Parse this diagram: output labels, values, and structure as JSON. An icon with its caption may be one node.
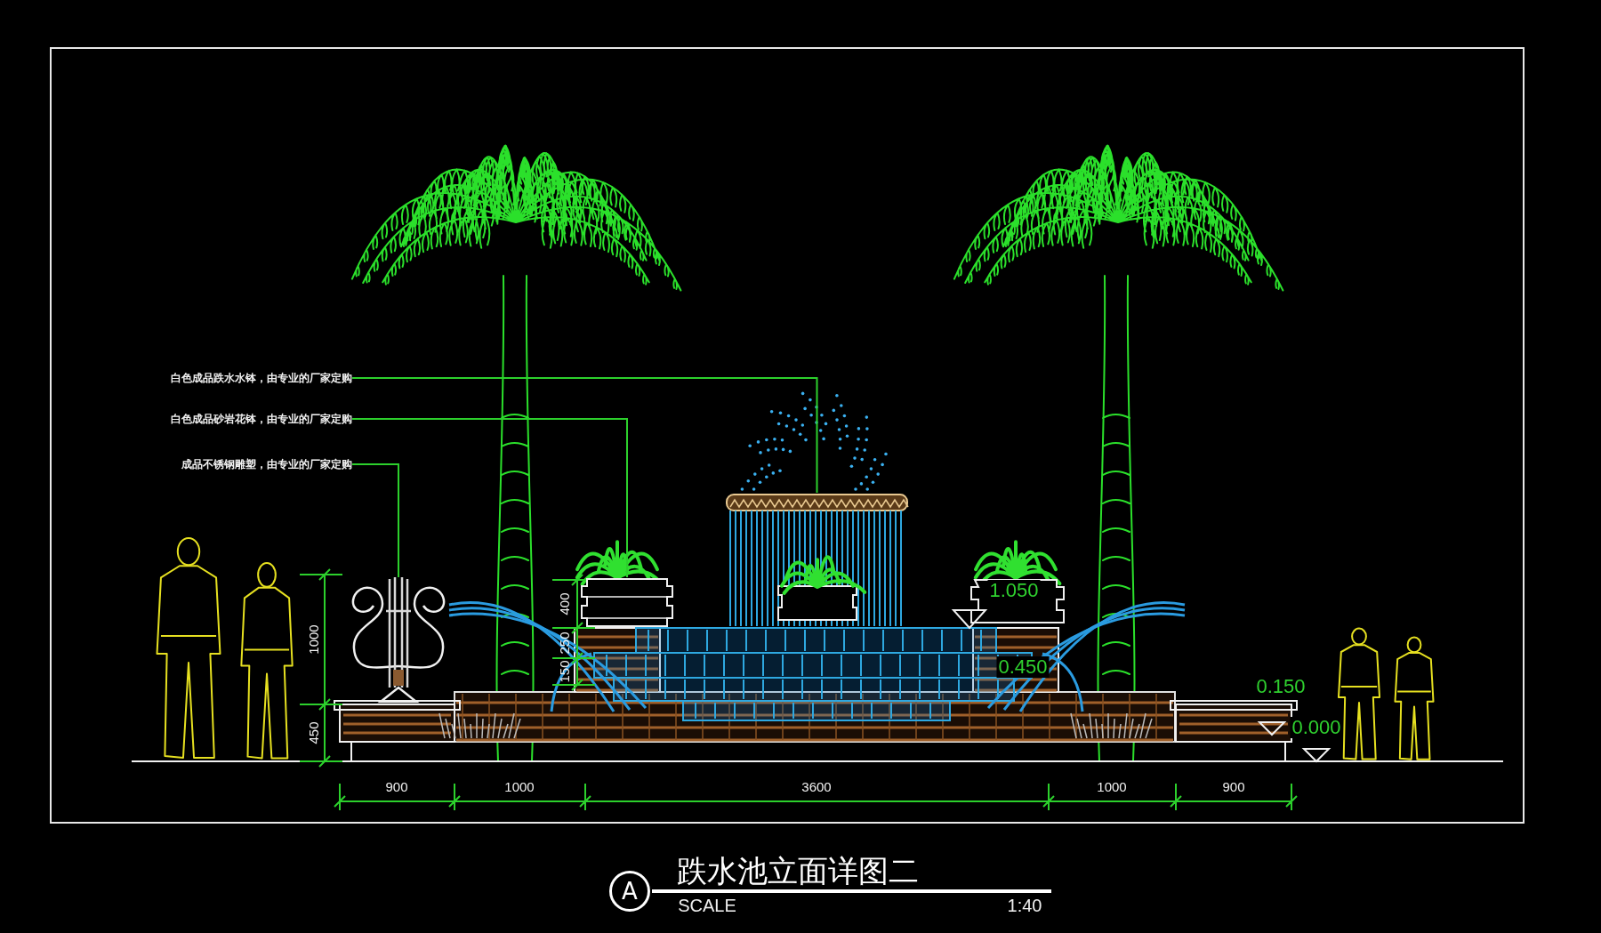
{
  "diagram": {
    "title": "跌水池立面详图二",
    "nodes": [
      {
        "text": [
          "白色成品跌水水钵，由专业的厂家定购"
        ]
      },
      {
        "text": [
          "白色成品砂岩花钵，由专业的厂家定购"
        ]
      },
      {
        "text": [
          "成品不锈钢雕塑，由专业的厂家定购"
        ]
      },
      {
        "text": [],
        "shape": "picture"
      },
      {
        "text": [],
        "shape": "picture"
      },
      {
        "text": [],
        "shape": "picture"
      }
    ],
    "edges": [
      {
        "from": 0,
        "to": 5,
        "arrow": "none"
      },
      {
        "from": 1,
        "to": 4,
        "arrow": "none"
      },
      {
        "from": 2,
        "to": 3,
        "arrow": "none"
      }
    ],
    "labels": [
      "1000",
      "450",
      "400",
      "250",
      "150",
      "1.050",
      "0.450",
      "0.150",
      "0.000",
      "900",
      "1000",
      "3600",
      "1000",
      "900",
      "A",
      "SCALE",
      "1:40"
    ]
  }
}
